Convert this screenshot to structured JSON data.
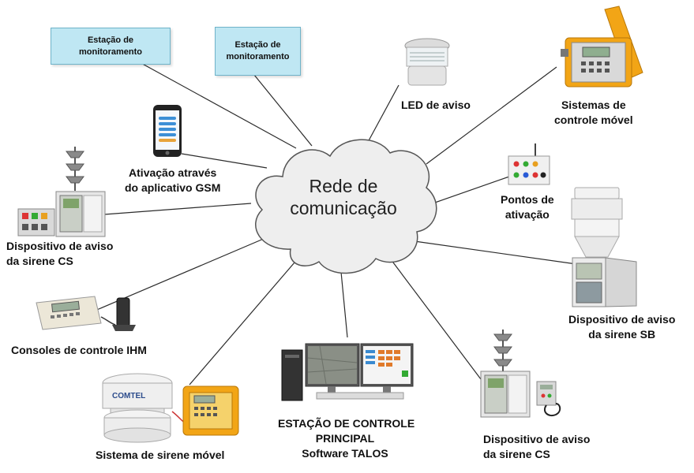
{
  "center": {
    "line1": "Rede de",
    "line2": "comunicação"
  },
  "monitor_stations": [
    {
      "line1": "Estação de",
      "line2": "monitoramento"
    },
    {
      "line1": "Estação de",
      "line2": "monitoramento"
    }
  ],
  "nodes": {
    "led": {
      "line1": "LED de aviso"
    },
    "mobile_control": {
      "line1": "Sistemas de",
      "line2": "controle móvel"
    },
    "gsm_app": {
      "line1": "Ativação através",
      "line2": "do aplicativo GSM"
    },
    "activation_points": {
      "line1": "Pontos de",
      "line2": "ativação"
    },
    "cs_left": {
      "line1": "Dispositivo de aviso",
      "line2": "da sirene CS"
    },
    "sb": {
      "line1": "Dispositivo de aviso",
      "line2": "da sirene SB"
    },
    "hmi": {
      "line1": "Consoles de controle IHM"
    },
    "main_station": {
      "line1": "ESTAÇÃO DE CONTROLE",
      "line2": "PRINCIPAL",
      "line3": "Software TALOS"
    },
    "mobile_siren": {
      "line1": "Sistema de sirene móvel"
    },
    "cs_right": {
      "line1": "Dispositivo de aviso",
      "line2": "da sirene CS"
    }
  },
  "device_images": {
    "mobile_siren_logo": "COMTEL"
  },
  "icons": [
    "cloud-icon",
    "led-beacon-icon",
    "orange-case-icon",
    "smartphone-icon",
    "button-panel-icon",
    "siren-horn-icon",
    "control-cabinet-icon",
    "console-icon",
    "desktop-workstation-icon",
    "dome-siren-icon"
  ],
  "colors": {
    "monitor_box_fill": "#bfe7f3",
    "monitor_box_border": "#6fb3c9",
    "line": "#2b2b2b",
    "cloud_fill": "#eeeeee",
    "case_orange": "#f2a516"
  }
}
